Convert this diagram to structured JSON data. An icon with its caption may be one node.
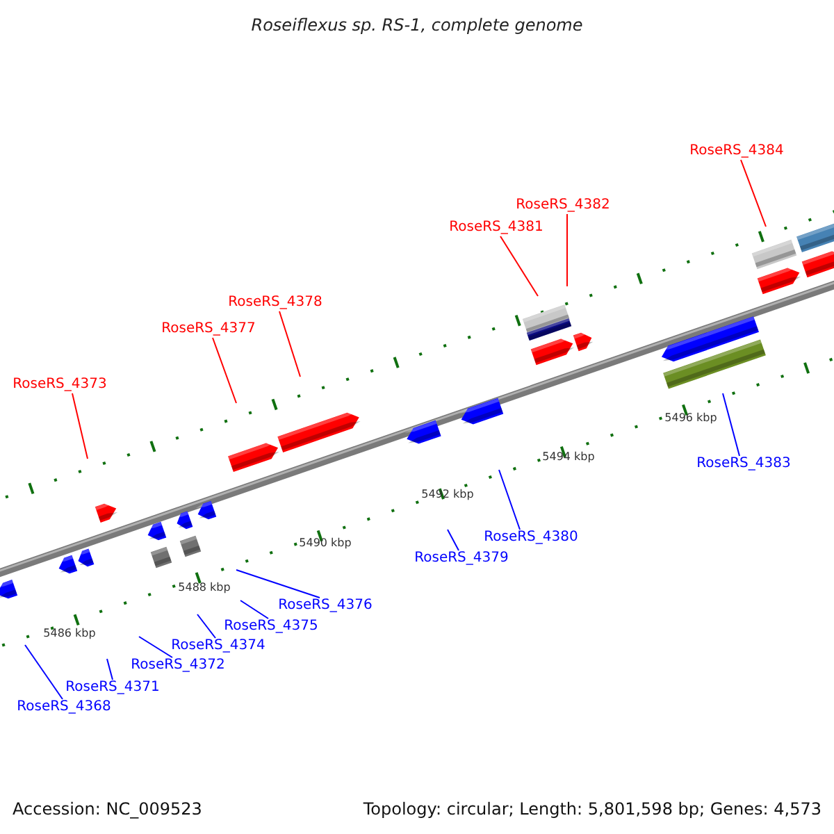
{
  "diagram": {
    "title": "Roseiflexus sp. RS-1, complete genome",
    "nodes": [
      {
        "text": [
          "RoseRS_4384"
        ]
      },
      {
        "text": [
          "RoseRS_4382"
        ]
      },
      {
        "text": [
          "RoseRS_4381"
        ]
      },
      {
        "text": [
          "RoseRS_4378"
        ]
      },
      {
        "text": [
          "RoseRS_4377"
        ]
      },
      {
        "text": [
          "RoseRS_4373"
        ]
      },
      {
        "text": [
          "RoseRS_4383"
        ]
      },
      {
        "text": [
          "RoseRS_4380"
        ]
      },
      {
        "text": [
          "RoseRS_4379"
        ]
      },
      {
        "text": [
          "RoseRS_4376"
        ]
      },
      {
        "text": [
          "RoseRS_4375"
        ]
      },
      {
        "text": [
          "RoseRS_4374"
        ]
      },
      {
        "text": [
          "RoseRS_4372"
        ]
      },
      {
        "text": [
          "RoseRS_4371"
        ]
      },
      {
        "text": [
          "RoseRS_4368"
        ]
      }
    ],
    "edges": [
      {
        "from": 0,
        "to": null,
        "arrow": "none",
        "color": "#ff0000"
      },
      {
        "from": 1,
        "to": null,
        "arrow": "none",
        "color": "#ff0000"
      },
      {
        "from": 2,
        "to": null,
        "arrow": "none",
        "color": "#ff0000"
      },
      {
        "from": 3,
        "to": null,
        "arrow": "none",
        "color": "#ff0000"
      },
      {
        "from": 4,
        "to": null,
        "arrow": "none",
        "color": "#ff0000"
      },
      {
        "from": 5,
        "to": null,
        "arrow": "none",
        "color": "#ff0000"
      },
      {
        "from": 6,
        "to": null,
        "arrow": "none"
      },
      {
        "from": 7,
        "to": null,
        "arrow": "none"
      },
      {
        "from": 8,
        "to": null,
        "arrow": "none"
      },
      {
        "from": 9,
        "to": null,
        "arrow": "none"
      },
      {
        "from": 10,
        "to": null,
        "arrow": "none"
      },
      {
        "from": 11,
        "to": null,
        "arrow": "none"
      },
      {
        "from": 12,
        "to": null,
        "arrow": "none"
      },
      {
        "from": 13,
        "to": null,
        "arrow": "none"
      },
      {
        "from": 14,
        "to": null,
        "arrow": "none"
      }
    ],
    "labels": [
      "5496 kbp",
      "5494 kbp",
      "5492 kbp",
      "5490 kbp",
      "5488 kbp",
      "5486 kbp",
      "Accession: NC_009523",
      "Topology: circular; Length: 5,801,598 bp; Genes: 4,573"
    ]
  }
}
